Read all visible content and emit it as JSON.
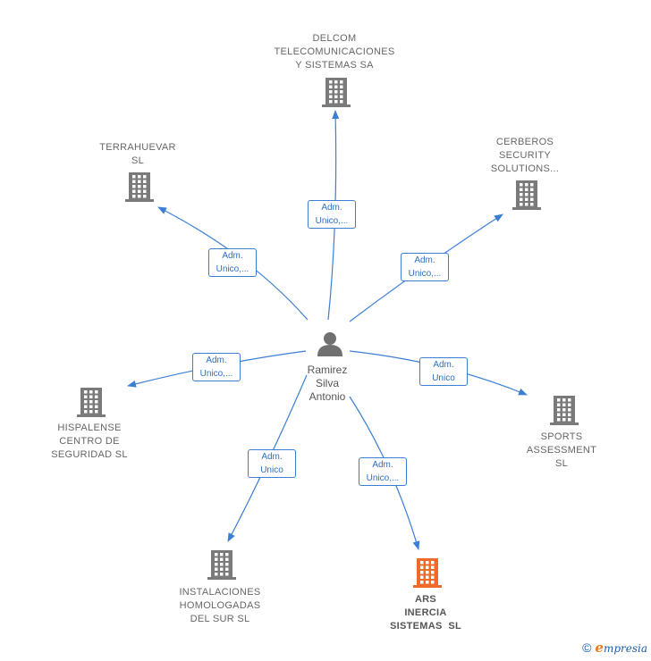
{
  "colors": {
    "edge": "#3b7fd4",
    "company_icon": "#7a7a7a",
    "highlight_icon": "#f06a2a",
    "person_icon": "#707070"
  },
  "center": {
    "name_lines": [
      "Ramirez",
      "Silva",
      "Antonio"
    ]
  },
  "companies": [
    {
      "id": "delcom",
      "lines": [
        "DELCOM",
        "TELECOMUNICACIONES",
        "Y SISTEMAS SA"
      ],
      "highlight": false
    },
    {
      "id": "terrahuevar",
      "lines": [
        "TERRAHUEVAR",
        "SL"
      ],
      "highlight": false
    },
    {
      "id": "cerberos",
      "lines": [
        "CERBEROS",
        "SECURITY",
        "SOLUTIONS..."
      ],
      "highlight": false
    },
    {
      "id": "hispalense",
      "lines": [
        "HISPALENSE",
        "CENTRO DE",
        "SEGURIDAD SL"
      ],
      "highlight": false
    },
    {
      "id": "sports",
      "lines": [
        "SPORTS",
        "ASSESSMENT",
        "SL"
      ],
      "highlight": false
    },
    {
      "id": "instalaciones",
      "lines": [
        "INSTALACIONES",
        "HOMOLOGADAS",
        "DEL SUR SL"
      ],
      "highlight": false
    },
    {
      "id": "ars",
      "lines": [
        "ARS",
        "INERCIA",
        "SISTEMAS  SL"
      ],
      "highlight": true
    }
  ],
  "edges": [
    {
      "to": "delcom",
      "lines": [
        "Adm.",
        "Unico,..."
      ]
    },
    {
      "to": "terrahuevar",
      "lines": [
        "Adm.",
        "Unico,..."
      ]
    },
    {
      "to": "cerberos",
      "lines": [
        "Adm.",
        "Unico,..."
      ]
    },
    {
      "to": "hispalense",
      "lines": [
        "Adm.",
        "Unico,..."
      ]
    },
    {
      "to": "sports",
      "lines": [
        "Adm.",
        "Unico"
      ]
    },
    {
      "to": "instalaciones",
      "lines": [
        "Adm.",
        "Unico"
      ]
    },
    {
      "to": "ars",
      "lines": [
        "Adm.",
        "Unico,..."
      ]
    }
  ],
  "footer": {
    "copyright": "©",
    "brand_first": "e",
    "brand_rest": "mpresia"
  }
}
